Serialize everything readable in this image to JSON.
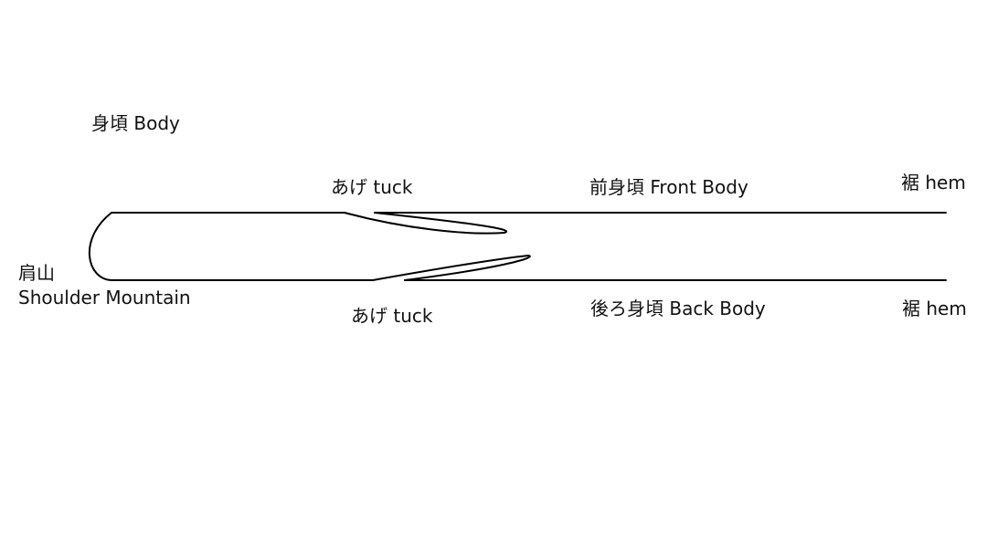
{
  "diagram": {
    "title": "身頃 Body",
    "labels": {
      "tuck_front": "あげ tuck",
      "front_body": "前身頃 Front Body",
      "hem_front": "裾 hem",
      "shoulder_ja": "肩山",
      "shoulder_en": "Shoulder Mountain",
      "tuck_back": "あげ tuck",
      "back_body": "後ろ身頃 Back Body",
      "hem_back": "裾 hem"
    },
    "colors": {
      "line": "#000000",
      "text": "#111111",
      "background": "#ffffff"
    }
  }
}
